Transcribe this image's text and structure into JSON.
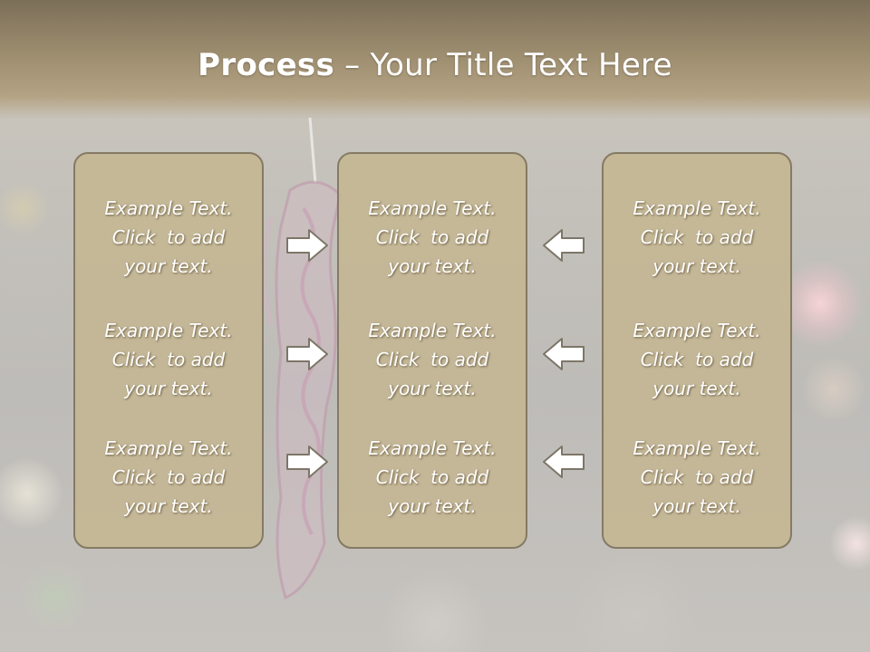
{
  "slide": {
    "title_bold": "Process",
    "title_rest": " – Your Title Text Here",
    "accent_color": "#c4b692",
    "border_color": "#857a63"
  },
  "columns": [
    {
      "items": [
        {
          "line1": "Example Text.",
          "line2": "Click  to add",
          "line3": "your text."
        },
        {
          "line1": "Example Text.",
          "line2": "Click  to add",
          "line3": "your text."
        },
        {
          "line1": "Example Text.",
          "line2": "Click  to add",
          "line3": "your text."
        }
      ]
    },
    {
      "items": [
        {
          "line1": "Example Text.",
          "line2": "Click  to add",
          "line3": "your text."
        },
        {
          "line1": "Example Text.",
          "line2": "Click  to add",
          "line3": "your text."
        },
        {
          "line1": "Example Text.",
          "line2": "Click  to add",
          "line3": "your text."
        }
      ]
    },
    {
      "items": [
        {
          "line1": "Example Text.",
          "line2": "Click  to add",
          "line3": "your text."
        },
        {
          "line1": "Example Text.",
          "line2": "Click  to add",
          "line3": "your text."
        },
        {
          "line1": "Example Text.",
          "line2": "Click  to add",
          "line3": "your text."
        }
      ]
    }
  ],
  "arrows": {
    "left_group_icon": "arrow-right-icon",
    "right_group_icon": "arrow-left-icon"
  }
}
